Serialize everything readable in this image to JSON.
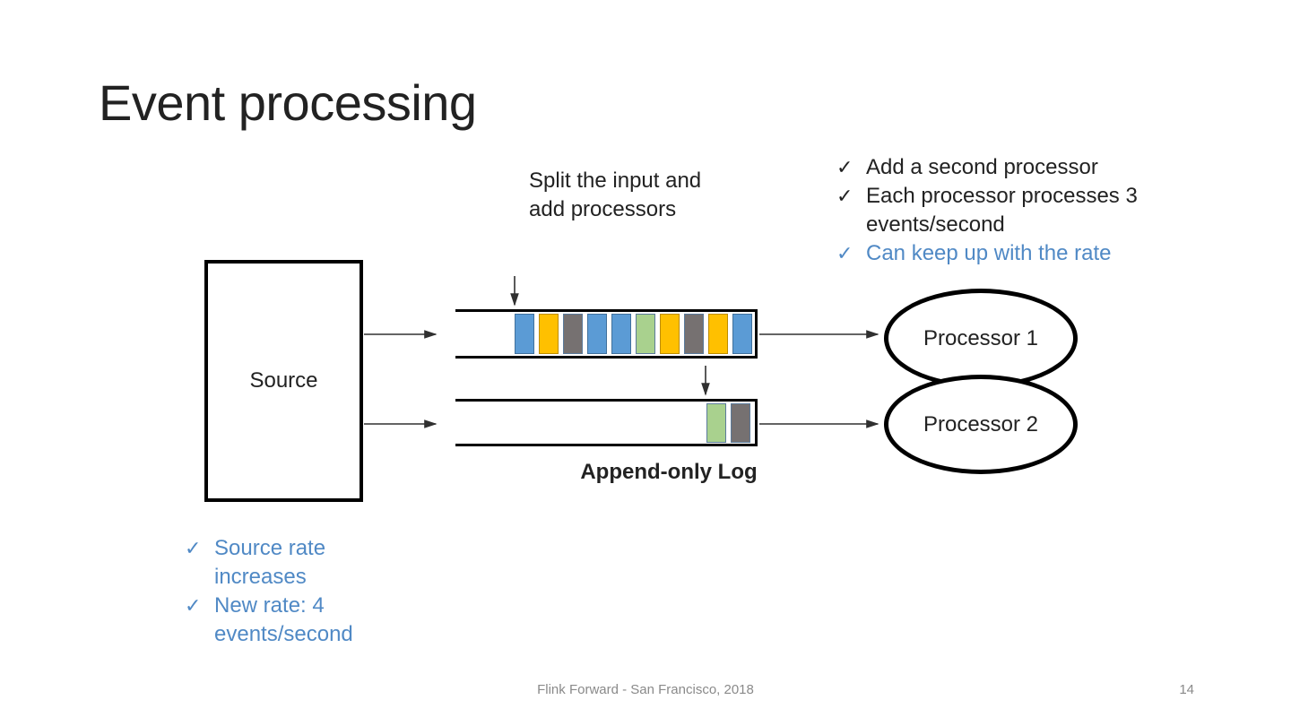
{
  "slide": {
    "title": "Event processing",
    "footer": "Flink Forward - San Francisco, 2018",
    "page_number": "14"
  },
  "annotations": {
    "split_label": "Split the input and add processors",
    "append_log_label": "Append-only Log"
  },
  "checklist_top": {
    "items": [
      {
        "text": "Add a second processor",
        "color": "black"
      },
      {
        "text": "Each processor processes 3 events/second",
        "color": "black"
      },
      {
        "text": "Can keep up with the rate",
        "color": "blue"
      }
    ]
  },
  "checklist_bottom": {
    "items": [
      {
        "text": "Source rate increases",
        "color": "blue"
      },
      {
        "text": "New rate: 4 events/second",
        "color": "blue"
      }
    ]
  },
  "diagram": {
    "source_label": "Source",
    "processor1_label": "Processor 1",
    "processor2_label": "Processor 2",
    "check_glyph": "✓",
    "log1_bars": [
      "blue",
      "yellow",
      "gray",
      "blue",
      "blue",
      "green",
      "yellow",
      "gray",
      "yellow",
      "blue"
    ],
    "log2_bars": [
      "green",
      "gray"
    ]
  },
  "palette": {
    "blue": {
      "fill": "#5B9BD5",
      "border": "#41719C"
    },
    "yellow": {
      "fill": "#FFC000",
      "border": "#BC8C00"
    },
    "gray": {
      "fill": "#767171",
      "border": "#5B7B9B"
    },
    "green": {
      "fill": "#A9D18E",
      "border": "#5B7B9B"
    },
    "text_blue": "#5089C5",
    "text_black": "#222222",
    "footer_gray": "#8A8A8A",
    "arrow": "#303030"
  }
}
